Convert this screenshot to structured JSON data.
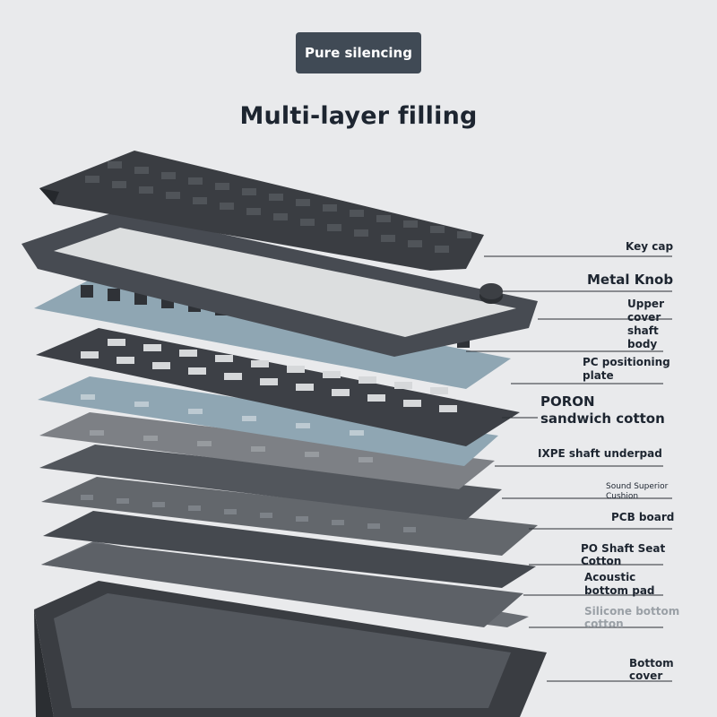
{
  "badge": {
    "text": "Pure silencing"
  },
  "title": "Multi-layer filling",
  "labels": {
    "key_cap": "Key cap",
    "metal_knob": "Metal Knob",
    "upper_cover_1": "Upper",
    "upper_cover_2": "cover",
    "upper_cover_3": "shaft",
    "upper_cover_4": "body",
    "pc_plate_1": "PC positioning",
    "pc_plate_2": "plate",
    "poron_1": "PORON",
    "poron_2": "sandwich cotton",
    "ixpe": "IXPE shaft underpad",
    "sound_1": "Sound Superior",
    "sound_2": "Cushion",
    "pcb": "PCB board",
    "po_1": "PO Shaft Seat",
    "po_2": "Cotton",
    "acoustic_1": "Acoustic",
    "acoustic_2": "bottom pad",
    "silicone_1": "Silicone bottom",
    "silicone_2": "cotton",
    "bottom_1": "Bottom",
    "bottom_2": "cover"
  },
  "colors": {
    "background": "#e9eaec",
    "badge": "#404a55",
    "keycap": "#3a3d42",
    "frame": "#474b52",
    "plate": "#8fa6b3",
    "foam_dark": "#4f5359",
    "pcb": "#66696e"
  }
}
